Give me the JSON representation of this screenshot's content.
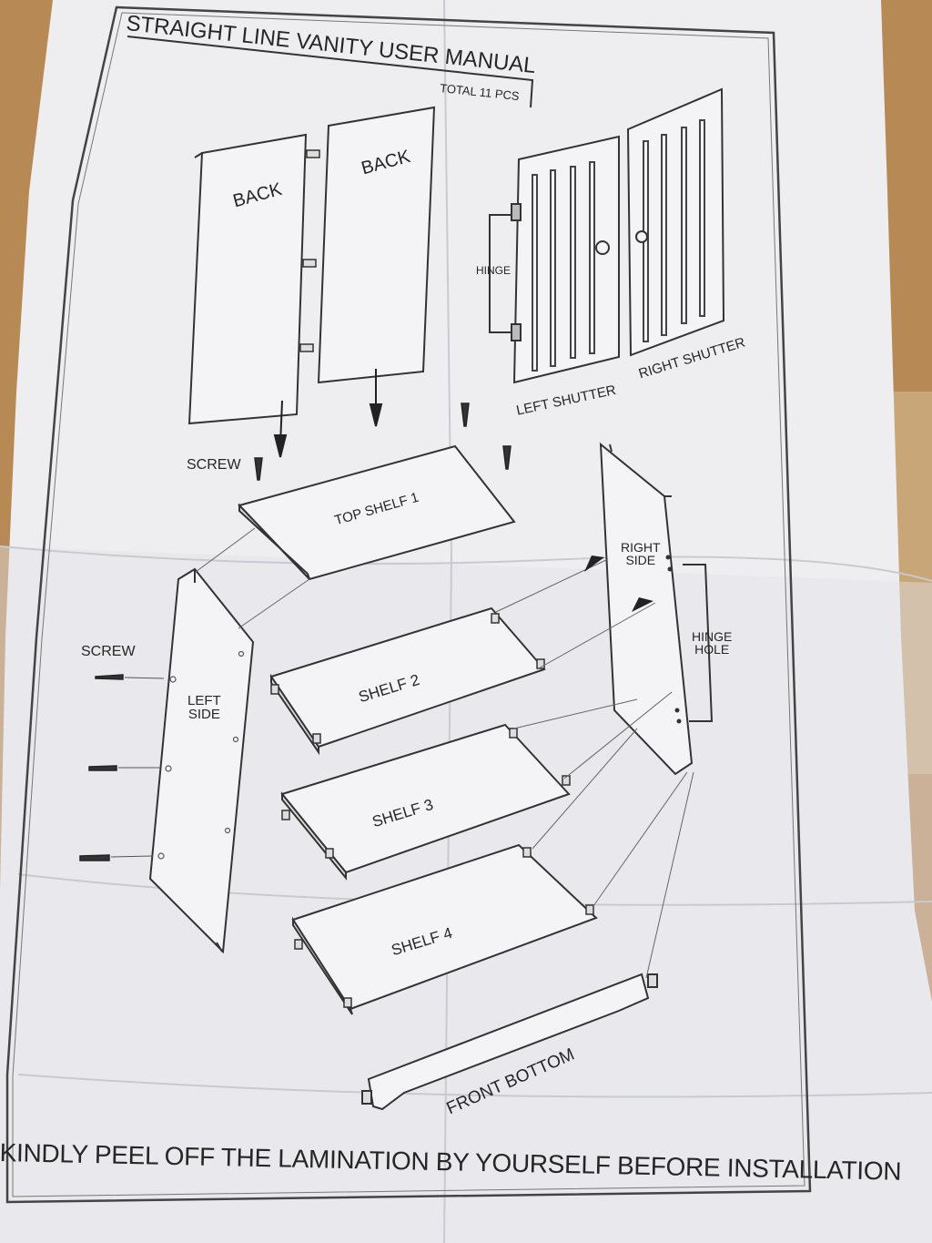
{
  "manual": {
    "title": "STRAIGHT LINE VANITY USER MANUAL",
    "subtitle": "TOTAL 11 PCS",
    "footer": "KINDLY PEEL OFF THE LAMINATION BY YOURSELF BEFORE INSTALLATION"
  },
  "parts": {
    "back_left": "BACK",
    "back_right": "BACK",
    "hinge": "HINGE",
    "left_shutter": "LEFT SHUTTER",
    "right_shutter": "RIGHT SHUTTER",
    "screw_top": "SCREW",
    "top_shelf": "TOP SHELF 1",
    "right_side": "RIGHT\nSIDE",
    "hinge_hole": "HINGE\nHOLE",
    "screw_left": "SCREW",
    "left_side": "LEFT\nSIDE",
    "shelf_2": "SHELF 2",
    "shelf_3": "SHELF 3",
    "shelf_4": "SHELF 4",
    "front_bottom": "FRONT BOTTOM"
  },
  "colors": {
    "paper": "#eeeef0",
    "ink": "#3a3a3a",
    "cardboard": "#b88a57"
  }
}
